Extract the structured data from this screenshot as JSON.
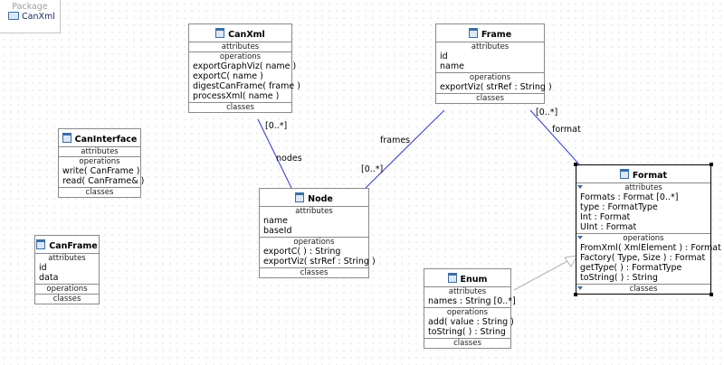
{
  "package": {
    "title": "Package",
    "item": "CanXml"
  },
  "classes": {
    "canxml": {
      "name": "CanXml",
      "attributes_header": "attributes",
      "operations_header": "operations",
      "classes_header": "classes",
      "attributes": [],
      "operations": [
        "exportGraphViz( name )",
        "exportC( name )",
        "digestCanFrame( frame )",
        "processXml( name )"
      ]
    },
    "frame": {
      "name": "Frame",
      "attributes_header": "attributes",
      "operations_header": "operations",
      "classes_header": "classes",
      "attributes": [
        "id",
        "name"
      ],
      "operations": [
        "exportViz( strRef : String )"
      ]
    },
    "caninterface": {
      "name": "CanInterface",
      "attributes_header": "attributes",
      "operations_header": "operations",
      "classes_header": "classes",
      "attributes": [],
      "operations": [
        "write( CanFrame )",
        "read( CanFrame& )"
      ]
    },
    "node": {
      "name": "Node",
      "attributes_header": "attributes",
      "operations_header": "operations",
      "classes_header": "classes",
      "attributes": [
        "name",
        "baseId"
      ],
      "operations": [
        "exportC(  ) : String",
        "exportViz( strRef : String )"
      ]
    },
    "canframe": {
      "name": "CanFrame",
      "attributes_header": "attributes",
      "operations_header": "operations",
      "classes_header": "classes",
      "attributes": [
        "id",
        "data"
      ],
      "operations": []
    },
    "format": {
      "name": "Format",
      "attributes_header": "attributes",
      "operations_header": "operations",
      "classes_header": "classes",
      "attributes": [
        "Formats : Format [0..*]",
        "type : FormatType",
        "Int : Format",
        "UInt : Format"
      ],
      "operations": [
        "FromXml( XmlElement ) : Format",
        "Factory( Type, Size ) : Format",
        "getType(  ) : FormatType",
        "toString(  ) : String"
      ]
    },
    "enum": {
      "name": "Enum",
      "attributes_header": "attributes",
      "operations_header": "operations",
      "classes_header": "classes",
      "attributes": [
        "names : String [0..*]"
      ],
      "operations": [
        "add( value : String )",
        "toString(  ) : String"
      ]
    }
  },
  "associations": {
    "canxml_node": {
      "multiplicity": "[0..*]",
      "role": "nodes"
    },
    "frame_node": {
      "multiplicity": "[0..*]",
      "role": "frames"
    },
    "frame_format": {
      "multiplicity": "[0..*]",
      "role": "format"
    }
  },
  "colors": {
    "association": "#2f35d6",
    "generalization": "#b4b4b4",
    "icon": "#3a6ea5"
  }
}
